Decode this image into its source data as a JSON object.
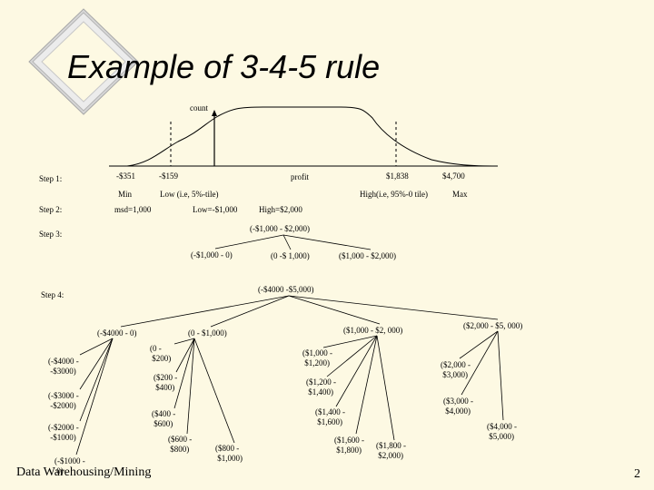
{
  "title": "Example of 3-4-5 rule",
  "footer": "Data Warehousing/Mining",
  "page_number": "2",
  "curve": {
    "count_label": "count",
    "profit_label": "profit"
  },
  "step1": {
    "label": "Step 1:",
    "min_value": "-$351",
    "low_value": "-$159",
    "high_value": "$1,838",
    "max_value": "$4,700",
    "min_label": "Min",
    "low_label": "Low (i.e, 5%-tile)",
    "high_label": "High(i.e, 95%-0 tile)",
    "max_label": "Max"
  },
  "step2": {
    "label": "Step 2:",
    "msd": "msd=1,000",
    "low": "Low=-$1,000",
    "high": "High=$2,000"
  },
  "step3": {
    "label": "Step 3:",
    "root": "(-$1,000 - $2,000)",
    "children": [
      "(-$1,000 - 0)",
      "(0 -$ 1,000)",
      "($1,000 - $2,000)"
    ]
  },
  "step4": {
    "label": "Step 4:",
    "root": "(-$4000 -$5,000)",
    "groups": [
      {
        "label": "(-$4000 - 0)",
        "items": [
          "(-$4000 -\n -$3000)",
          "(-$3000 -\n -$2000)",
          "(-$2000 -\n -$1000)",
          "(-$1000 -\n 0)"
        ]
      },
      {
        "label": "(0 - $1,000)",
        "items": [
          "(0 -\n $200)",
          "($200 -\n $400)",
          "($400 -\n $600)",
          "($600 -\n $800)",
          "($800 -\n $1,000)"
        ]
      },
      {
        "label": "($1,000 - $2, 000)",
        "items": [
          "($1,000 -\n $1,200)",
          "($1,200 -\n $1,400)",
          "($1,400 -\n $1,600)",
          "($1,600 -\n $1,800)",
          "($1,800 -\n $2,000)"
        ]
      },
      {
        "label": "($2,000 - $5, 000)",
        "items": [
          "($2,000 -\n $3,000)",
          "($3,000 -\n $4,000)",
          "($4,000 -\n $5,000)"
        ]
      }
    ]
  }
}
